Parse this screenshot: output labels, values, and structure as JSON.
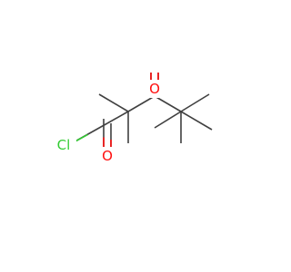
{
  "molecule": {
    "atoms": [
      {
        "id": "cl",
        "label": "Cl",
        "color": "#33cc33"
      },
      {
        "id": "o_acyl",
        "label": "O",
        "color": "#ff0d0d"
      },
      {
        "id": "o_ketone",
        "label": "O",
        "color": "#ff0d0d"
      }
    ],
    "bond_color": "#404040"
  }
}
